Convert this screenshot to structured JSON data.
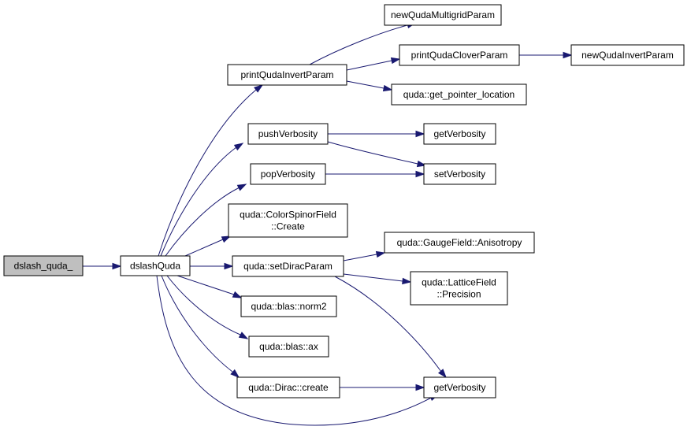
{
  "graph": {
    "title": "",
    "colors": {
      "edge": "#191970",
      "node_border": "#000000",
      "node_fill": "#ffffff",
      "root_fill": "#bfbfbf"
    },
    "nodes": {
      "dslash_quda_": {
        "label": [
          "dslash_quda_"
        ],
        "root": true
      },
      "dslashQuda": {
        "label": [
          "dslashQuda"
        ]
      },
      "printQudaInvertParam": {
        "label": [
          "printQudaInvertParam"
        ]
      },
      "newQudaMultigridParam": {
        "label": [
          "newQudaMultigridParam"
        ]
      },
      "printQudaCloverParam": {
        "label": [
          "printQudaCloverParam"
        ]
      },
      "newQudaInvertParam": {
        "label": [
          "newQudaInvertParam"
        ]
      },
      "get_pointer_location": {
        "label": [
          "quda::get_pointer_location"
        ]
      },
      "pushVerbosity": {
        "label": [
          "pushVerbosity"
        ]
      },
      "getVerbosity_a": {
        "label": [
          "getVerbosity"
        ]
      },
      "popVerbosity": {
        "label": [
          "popVerbosity"
        ]
      },
      "setVerbosity": {
        "label": [
          "setVerbosity"
        ]
      },
      "ColorSpinorField_Create": {
        "label": [
          "quda::ColorSpinorField",
          "::Create"
        ]
      },
      "setDiracParam": {
        "label": [
          "quda::setDiracParam"
        ]
      },
      "Anisotropy": {
        "label": [
          "quda::GaugeField::Anisotropy"
        ]
      },
      "LatticeField_Precision": {
        "label": [
          "quda::LatticeField",
          "::Precision"
        ]
      },
      "norm2": {
        "label": [
          "quda::blas::norm2"
        ]
      },
      "ax": {
        "label": [
          "quda::blas::ax"
        ]
      },
      "Dirac_create": {
        "label": [
          "quda::Dirac::create"
        ]
      },
      "getVerbosity_b": {
        "label": [
          "getVerbosity"
        ]
      }
    },
    "edges": [
      {
        "from": "dslash_quda_",
        "to": "dslashQuda"
      },
      {
        "from": "dslashQuda",
        "to": "printQudaInvertParam"
      },
      {
        "from": "dslashQuda",
        "to": "pushVerbosity"
      },
      {
        "from": "dslashQuda",
        "to": "popVerbosity"
      },
      {
        "from": "dslashQuda",
        "to": "ColorSpinorField_Create"
      },
      {
        "from": "dslashQuda",
        "to": "setDiracParam"
      },
      {
        "from": "dslashQuda",
        "to": "norm2"
      },
      {
        "from": "dslashQuda",
        "to": "ax"
      },
      {
        "from": "dslashQuda",
        "to": "Dirac_create"
      },
      {
        "from": "dslashQuda",
        "to": "getVerbosity_b"
      },
      {
        "from": "printQudaInvertParam",
        "to": "newQudaMultigridParam"
      },
      {
        "from": "printQudaInvertParam",
        "to": "printQudaCloverParam"
      },
      {
        "from": "printQudaInvertParam",
        "to": "get_pointer_location"
      },
      {
        "from": "printQudaCloverParam",
        "to": "newQudaInvertParam"
      },
      {
        "from": "pushVerbosity",
        "to": "getVerbosity_a"
      },
      {
        "from": "pushVerbosity",
        "to": "setVerbosity"
      },
      {
        "from": "popVerbosity",
        "to": "setVerbosity"
      },
      {
        "from": "setDiracParam",
        "to": "Anisotropy"
      },
      {
        "from": "setDiracParam",
        "to": "LatticeField_Precision"
      },
      {
        "from": "setDiracParam",
        "to": "getVerbosity_b"
      },
      {
        "from": "Dirac_create",
        "to": "getVerbosity_b"
      }
    ]
  }
}
